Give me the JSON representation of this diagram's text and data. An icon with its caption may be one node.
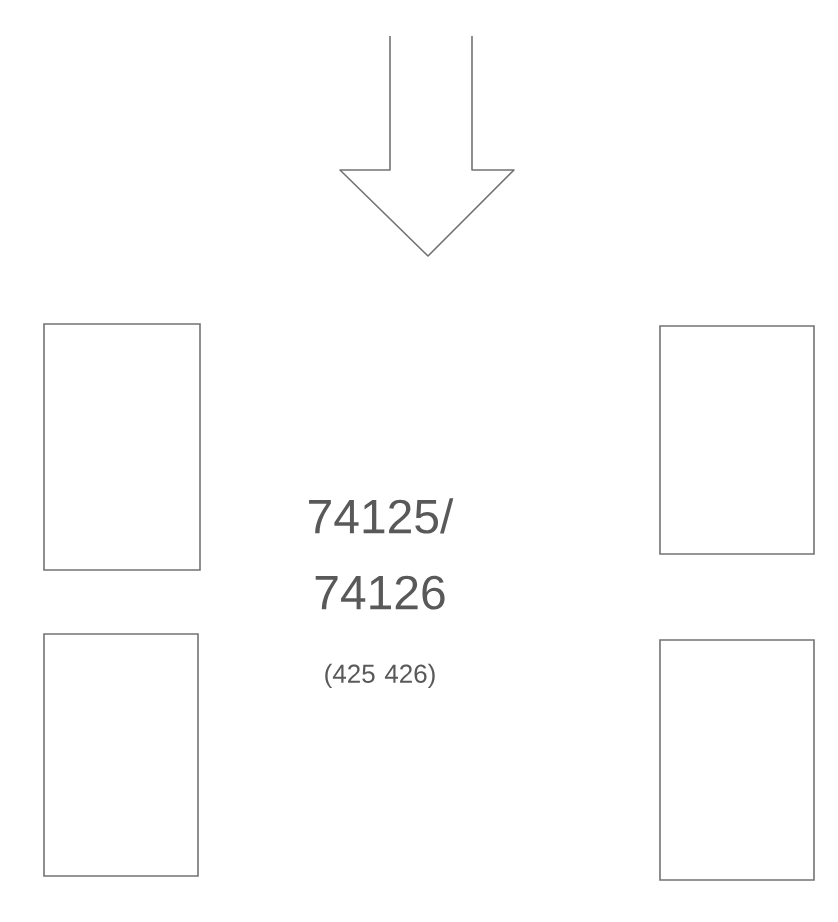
{
  "diagram": {
    "nodes": [
      {
        "text": [],
        "shape": "box"
      },
      {
        "text": [],
        "shape": "box"
      },
      {
        "text": [],
        "shape": "box"
      },
      {
        "text": [],
        "shape": "box"
      }
    ],
    "labels": [
      "74125/ 74126",
      "(425 426)"
    ]
  }
}
